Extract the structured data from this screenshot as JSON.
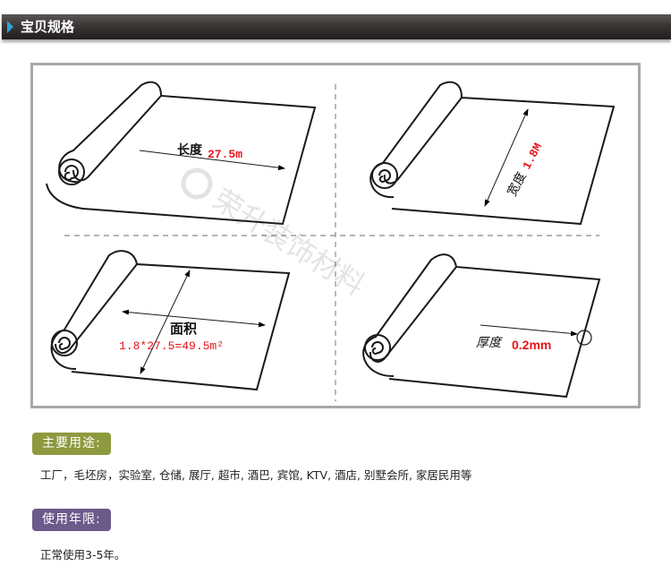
{
  "header": {
    "title": "宝贝规格",
    "accent_color": "#2aa4dc"
  },
  "spec_diagram": {
    "watermark": "荣升装饰材料",
    "panels": [
      {
        "id": "length",
        "label": "长度",
        "value": "27.5m"
      },
      {
        "id": "width",
        "label": "宽度",
        "value": "1.8M"
      },
      {
        "id": "area",
        "label": "面积",
        "value": "1.8*27.5=49.5m²"
      },
      {
        "id": "thickness",
        "label": "厚度",
        "value": "0.2mm"
      }
    ],
    "value_color": "#e8141b"
  },
  "uses": {
    "badge": "主要用途:",
    "badge_color": "#8e9a3e",
    "text": "工厂，毛坯房，实验室, 仓储, 展厅, 超市, 酒巴, 宾馆, KTV, 酒店, 别墅会所, 家居民用等"
  },
  "lifespan": {
    "badge": "使用年限:",
    "badge_color": "#6b5a8a",
    "text": "正常使用3-5年。"
  }
}
